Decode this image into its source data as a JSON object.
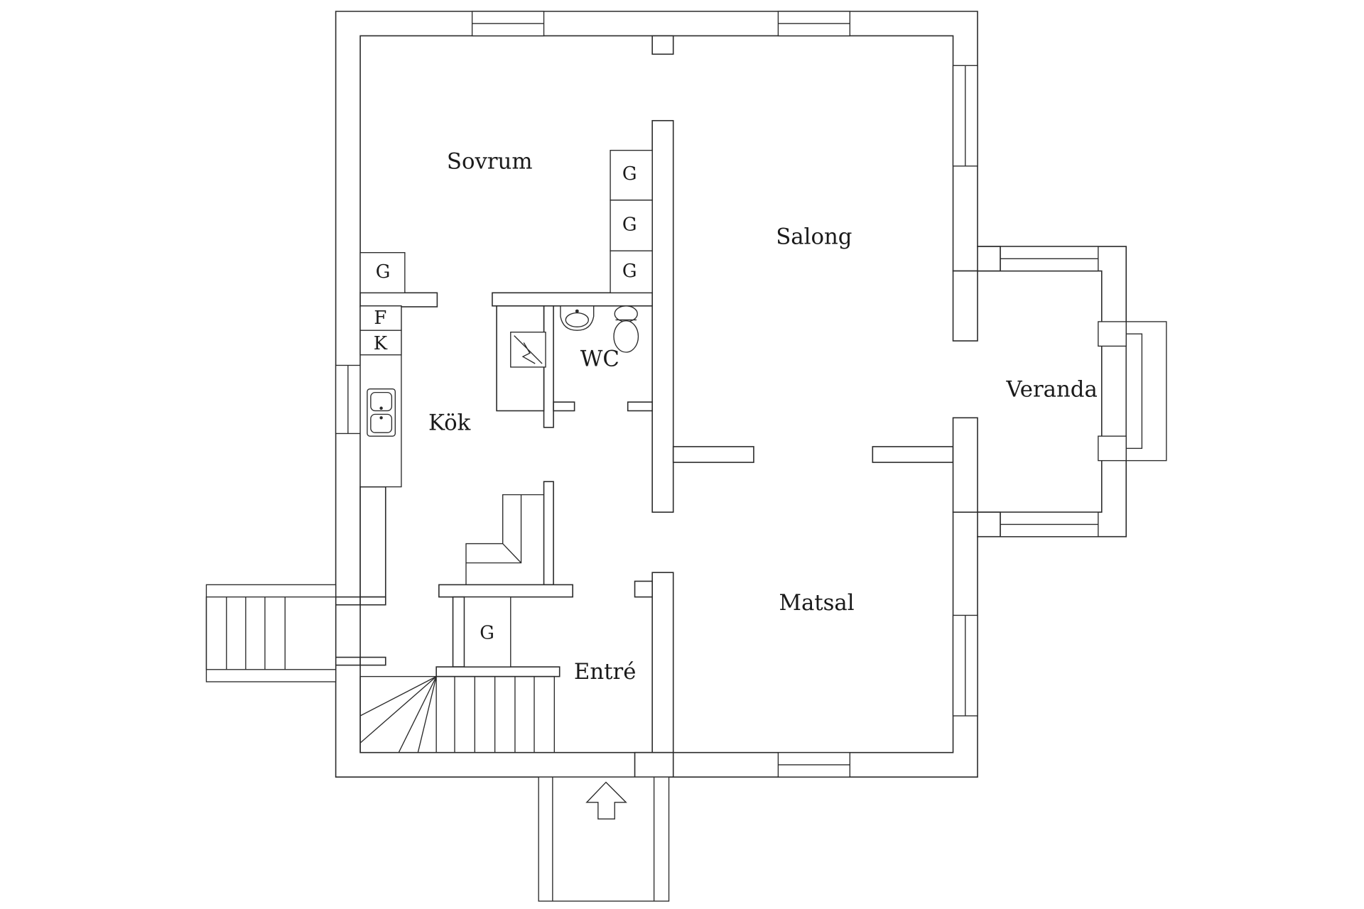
{
  "rooms": {
    "sovrum": "Sovrum",
    "salong": "Salong",
    "veranda": "Veranda",
    "kok": "Kök",
    "wc": "WC",
    "matsal": "Matsal",
    "entre": "Entré"
  },
  "fixtures": {
    "garderob": "G",
    "frys": "F",
    "kyl": "K"
  },
  "icons": {
    "entrance": "entrance-arrow-icon",
    "sink": "sink-icon",
    "toilet": "toilet-icon",
    "washbasin": "washbasin-icon",
    "heater": "heater-icon"
  }
}
